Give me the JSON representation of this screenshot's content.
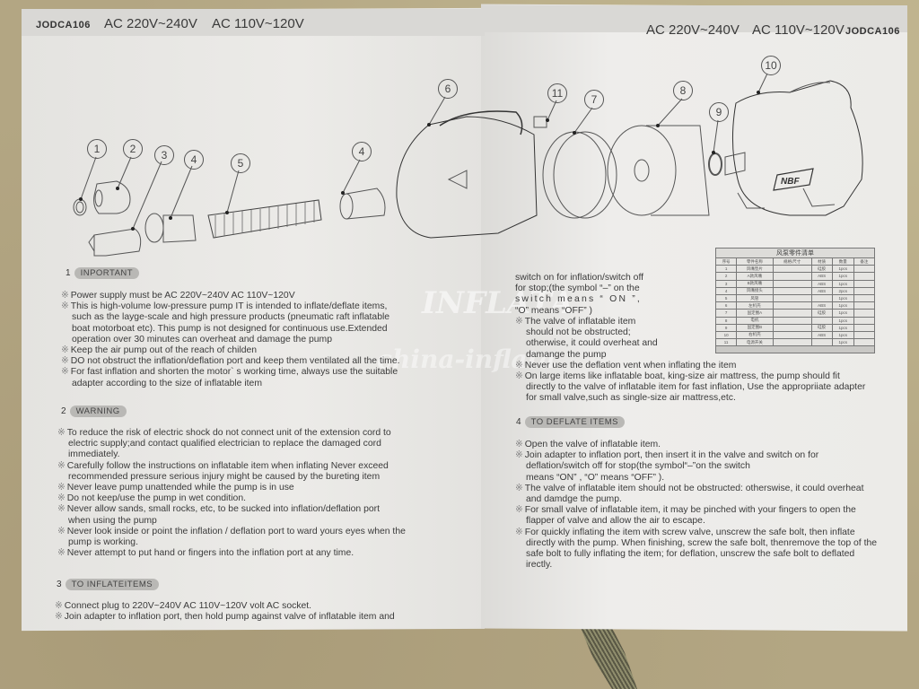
{
  "header": {
    "left": {
      "model": "JODCA106",
      "voltage_1": "AC 220V~240V",
      "voltage_2": "AC 110V~120V"
    },
    "right": {
      "voltage_1": "AC 220V~240V",
      "voltage_2": "AC 110V~120V",
      "model": "JODCA106"
    }
  },
  "diagram": {
    "callouts": [
      "1",
      "2",
      "3",
      "4",
      "5",
      "4",
      "6",
      "11",
      "7",
      "8",
      "9",
      "10"
    ],
    "brand_label": "NBF"
  },
  "parts_table": {
    "title": "风泵零件清单",
    "columns": [
      "序号",
      "零件名称",
      "规格/尺寸",
      "材质",
      "数量",
      "备注"
    ],
    "rows": [
      [
        "1",
        "风嘴垫片",
        "",
        "硅胶",
        "1pcs",
        ""
      ],
      [
        "2",
        "A款风嘴",
        "",
        "ABS",
        "1pcs",
        ""
      ],
      [
        "3",
        "B款风嘴",
        "",
        "ABS",
        "1pcs",
        ""
      ],
      [
        "4",
        "风嘴接头",
        "",
        "ABS",
        "2pcs",
        ""
      ],
      [
        "5",
        "风管",
        "",
        "",
        "1pcs",
        ""
      ],
      [
        "6",
        "左机壳",
        "",
        "ABS",
        "1pcs",
        ""
      ],
      [
        "7",
        "固定圈A",
        "",
        "硅胶",
        "1pcs",
        ""
      ],
      [
        "8",
        "电机",
        "",
        "",
        "1pcs",
        ""
      ],
      [
        "9",
        "固定圈B",
        "",
        "硅胶",
        "1pcs",
        ""
      ],
      [
        "10",
        "右机壳",
        "",
        "ABS",
        "1pcs",
        ""
      ],
      [
        "11",
        "电源开关",
        "",
        "",
        "1pcs",
        ""
      ]
    ]
  },
  "watermark": {
    "line1": "INFLATA",
    "line2": "china-inflata"
  },
  "sections": {
    "important": {
      "num": "1",
      "title": "INPORTANT",
      "items": [
        [
          "Power supply must be AC 220V~240V AC 110V~120V"
        ],
        [
          "This is high-volume low-pressure pump IT is intended to inflate/deflate items,",
          "such as the layge-scale and high pressure products (pneumatic raft inflatable",
          "boat motorboat etc). This pump is not designed for continuous use.Extended",
          "operation over 30 minutes can overheat and damage the pump"
        ],
        [
          "Keep the air pump out of the reach of childen"
        ],
        [
          "DO not obstruct the inflation/deflation port and keep them ventilated all the time."
        ],
        [
          "For fast inflation and shorten the motor` s working time, always use the suitable",
          "adapter according to the size of inflatable item"
        ]
      ]
    },
    "warning": {
      "num": "2",
      "title": "WARNING",
      "items": [
        [
          "To reduce the risk of electric shock do not connect unit of the extension cord to",
          "electric supply;and contact qualified electrician to replace the damaged cord",
          "immediately."
        ],
        [
          "Carefully follow the instructions on inflatable item when inflating Never exceed",
          "recommended pressure serious injury might be caused by the  bureting  item"
        ],
        [
          "Never leave pump unattended while the pump is in use"
        ],
        [
          "Do not keep/use the pump in wet condition."
        ],
        [
          "Never  allow sands, small rocks, etc, to be sucked into inflation/deflation port",
          "when using the pump"
        ],
        [
          "Never look inside or point the inflation / deflation port to ward yours eyes when the",
          "pump is working."
        ],
        [
          "Never attempt to put hand or fingers into the inflation port at any time."
        ]
      ]
    },
    "inflate": {
      "num": "3",
      "title": "TO INFLATEITEMS",
      "items": [
        [
          "Connect plug to 220V~240V    AC 110V~120V     volt AC   socket."
        ],
        [
          "Join adapter to inflation port, then hold pump against valve of inflatable item and"
        ]
      ],
      "continued_lines": [
        "switch on for inflation/switch off",
        "for stop;(the symbol  “–” on the",
        "switch means “ ON ”,",
        " “O”  means “OFF” )"
      ],
      "continued_items": [
        [
          "The valve of inflatable item",
          "should not be obstructed;",
          "otherwise, it could overheat and",
          "damange the pump"
        ],
        [
          "Never use the deflation vent when inflating the item"
        ],
        [
          "On large items like inflatable boat, king-size air mattress, the pump should fit",
          "directly to the valve of inflatable item for fast inflation, Use the appropriiate adapter",
          "for small valve,such as single-size air mattress,etc."
        ]
      ]
    },
    "deflate": {
      "num": "4",
      "title": "TO DEFLATE ITEMS",
      "items": [
        [
          "Open the valve of inflatable item."
        ],
        [
          "Join adapter to inflation port, then insert it in the valve and switch on for",
          "deflation/switch off for stop(the symbol“–”on the switch",
          "means “ON” , “O” means “OFF” )."
        ],
        [
          "The valve of inflatable item should not be obstructed: otherswise, it could overheat",
          "and damdge the pump."
        ],
        [
          "For small valve of inflatable item, it may be pinched with your fingers to open the",
          "flapper of valve and allow the air to escape."
        ],
        [
          "For quickly inflating the item with screw valve, unscrew the safe bolt, then inflate",
          "directly with the pump. When finishing, screw the safe bolt, thenremove the top of the",
          "safe bolt to fully inflating the item; for deflation, unscrew the safe bolt to deflated",
          "irectly."
        ]
      ]
    },
    "bullet_mark": "※"
  }
}
